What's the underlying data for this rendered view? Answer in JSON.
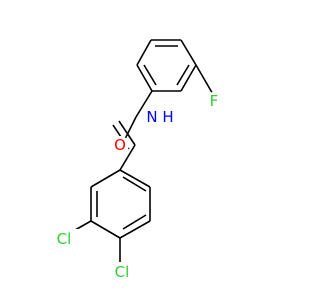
{
  "molecule": {
    "atoms": {
      "oxygen": {
        "label": "O",
        "color": "#ff0000"
      },
      "nitrogen": {
        "label": "N",
        "color": "#0000ff"
      },
      "hydrogen": {
        "label": "H",
        "color": "#0000ff"
      },
      "fluorine": {
        "label": "F",
        "color": "#33cc33"
      },
      "chlorine_1": {
        "label": "Cl",
        "color": "#33cc33"
      },
      "chlorine_2": {
        "label": "Cl",
        "color": "#33cc33"
      }
    }
  }
}
